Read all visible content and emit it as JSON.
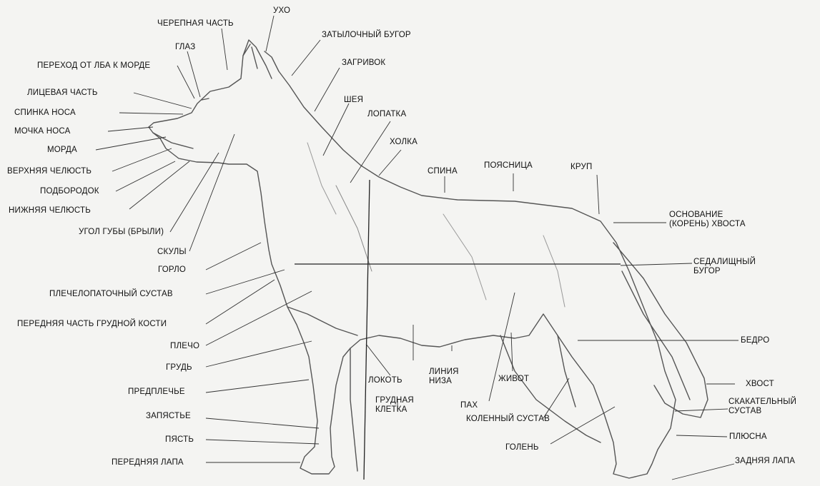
{
  "labels": {
    "uho": "УХО",
    "cherepnaya": "ЧЕРЕПНАЯ ЧАСТЬ",
    "zatylochny": "ЗАТЫЛОЧНЫЙ БУГОР",
    "glaz": "ГЛАЗ",
    "zagrivok": "ЗАГРИВОК",
    "perehod": "ПЕРЕХОД ОТ ЛБА К МОРДЕ",
    "licevaya": "ЛИЦЕВАЯ ЧАСТЬ",
    "sheya": "ШЕЯ",
    "spinka_nosa": "СПИНКА НОСА",
    "lopatka": "ЛОПАТКА",
    "mochka": "МОЧКА НОСА",
    "holka": "ХОЛКА",
    "morda": "МОРДА",
    "spina": "СПИНА",
    "poyasnica": "ПОЯСНИЦА",
    "krup": "КРУП",
    "verhnyaya": "ВЕРХНЯЯ ЧЕЛЮСТЬ",
    "podborodok": "ПОДБОРОДОК",
    "nizhnyaya": "НИЖНЯЯ ЧЕЛЮСТЬ",
    "osnovanie": "ОСНОВАНИЕ\n(КОРЕНЬ) ХВОСТА",
    "ugol_guby": "УГОЛ ГУБЫ (БРЫЛИ)",
    "skuly": "СКУЛЫ",
    "sedalishny": "СЕДАЛИЩНЫЙ\nБУГОР",
    "gorlo": "ГОРЛО",
    "plechelopatochny": "ПЛЕЧЕЛОПАТОЧНЫЙ СУСТАВ",
    "perednyaya_grud": "ПЕРЕДНЯЯ ЧАСТЬ ГРУДНОЙ КОСТИ",
    "plecho": "ПЛЕЧО",
    "bedro": "БЕДРО",
    "grud": "ГРУДЬ",
    "lokot": "ЛОКОТЬ",
    "liniya_niza": "ЛИНИЯ\nНИЗА",
    "zhivot": "ЖИВОТ",
    "hvost": "ХВОСТ",
    "predplechye": "ПРЕДПЛЕЧЬЕ",
    "grudnaya_kletka": "ГРУДНАЯ\nКЛЕТКА",
    "pah": "ПАХ",
    "skakatelny": "СКАКАТЕЛЬНЫЙ\nСУСТАВ",
    "zapyastye": "ЗАПЯСТЬЕ",
    "kolenny": "КОЛЕННЫЙ СУСТАВ",
    "plyusna": "ПЛЮСНА",
    "pyast": "ПЯСТЬ",
    "golen": "ГОЛЕНЬ",
    "perednyaya_lapa": "ПЕРЕДНЯЯ ЛАПА",
    "zadnyaya_lapa": "ЗАДНЯЯ ЛАПА"
  }
}
